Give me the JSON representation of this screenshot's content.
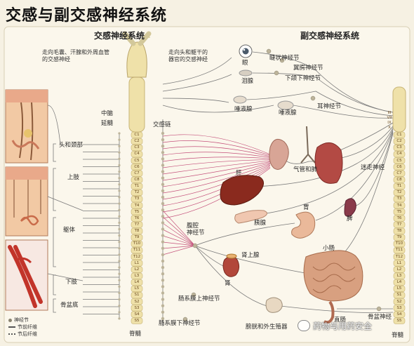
{
  "title": "交感与副交感神经系统",
  "sympathetic": {
    "heading": "交感神经系统",
    "note_skin": "走向毛囊、汗腺和外周血管\n的交感神经",
    "note_head": "走向头和躯干的\n器官的交感神经",
    "brain": "中脑",
    "medulla": "延髓",
    "chain": "交感链",
    "regions": [
      "头和颈部",
      "上肢",
      "躯体",
      "下肢",
      "骨盆底"
    ],
    "celiac": "腹腔\n神经节",
    "adrenal": "肾上腺",
    "kidney": "肾",
    "sup_mesenteric": "肠系膜上神经节",
    "inf_mesenteric": "肠系膜下神经节",
    "spinal_cord": "脊髓",
    "vertebrae": [
      "C1",
      "C2",
      "C3",
      "C4",
      "C5",
      "C6",
      "C7",
      "C8",
      "T1",
      "T2",
      "T3",
      "T4",
      "T5",
      "T6",
      "T7",
      "T8",
      "T9",
      "T10",
      "T11",
      "T12",
      "L1",
      "L2",
      "L3",
      "L4",
      "L5",
      "S1",
      "S2",
      "S3",
      "S4",
      "S5"
    ]
  },
  "parasympathetic": {
    "heading": "副交感神经系统",
    "eye": "眼",
    "lacrimal": "泪腺",
    "salivary_l": "唾液腺",
    "salivary_r": "唾液腺",
    "ciliary": "睫状神经节",
    "pterygopalatine": "翼腭神经节",
    "submandibular": "下颌下神经节",
    "otic": "耳神经节",
    "vagus": "迷走神经",
    "trachea_lung": "气管和肺",
    "liver": "肝",
    "pancreas": "胰腺",
    "stomach": "胃",
    "spleen": "脾",
    "small_intestine": "小肠",
    "pelvic_nerve": "骨盆神经",
    "rectum": "直肠",
    "bladder_genitals": "膀胱和外生殖器",
    "spinal_cord": "脊髓",
    "cranial": [
      "III",
      "VII",
      "IX",
      "X"
    ],
    "vertebrae": [
      "C1",
      "C2",
      "C3",
      "C4",
      "C5",
      "C6",
      "C7",
      "C8",
      "T1",
      "T2",
      "T3",
      "T4",
      "T5",
      "T6",
      "T7",
      "T8",
      "T9",
      "T10",
      "T11",
      "T12",
      "L1",
      "L2",
      "L3",
      "L4",
      "L5",
      "S1",
      "S2",
      "S3",
      "S4",
      "S5"
    ]
  },
  "legend": {
    "ganglion": "神经节",
    "preganglionic": "节前纤维",
    "postganglionic": "节后纤维"
  },
  "watermark": "药物与用药安全",
  "colors": {
    "background": "#f6f1e3",
    "spine": "#efe1a9",
    "nerve": "#7a7a7a",
    "sympathetic_fiber": "#c4507a",
    "liver": "#8a2a1e",
    "intestine": "#d8a080",
    "skin": "#e8b98a"
  }
}
